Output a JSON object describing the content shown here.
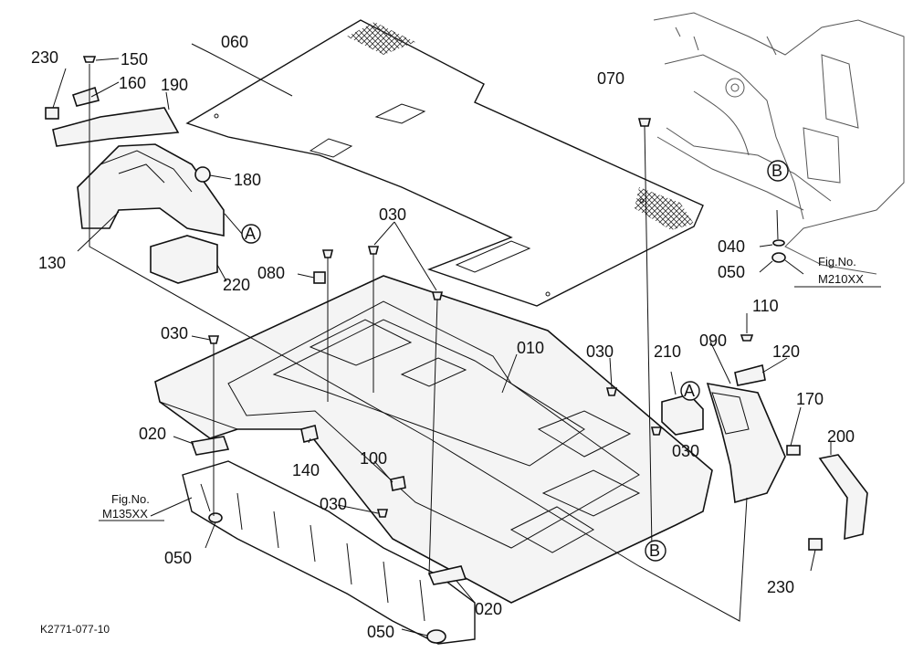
{
  "diagram": {
    "code": "K2771-077-10",
    "callouts": [
      {
        "id": "c-010",
        "label": "010"
      },
      {
        "id": "c-020a",
        "label": "020"
      },
      {
        "id": "c-020b",
        "label": "020"
      },
      {
        "id": "c-030a",
        "label": "030"
      },
      {
        "id": "c-030b",
        "label": "030"
      },
      {
        "id": "c-030c",
        "label": "030"
      },
      {
        "id": "c-030d",
        "label": "030"
      },
      {
        "id": "c-030e",
        "label": "030"
      },
      {
        "id": "c-040",
        "label": "040"
      },
      {
        "id": "c-050a",
        "label": "050"
      },
      {
        "id": "c-050b",
        "label": "050"
      },
      {
        "id": "c-050c",
        "label": "050"
      },
      {
        "id": "c-060",
        "label": "060"
      },
      {
        "id": "c-070",
        "label": "070"
      },
      {
        "id": "c-080",
        "label": "080"
      },
      {
        "id": "c-090",
        "label": "090"
      },
      {
        "id": "c-100",
        "label": "100"
      },
      {
        "id": "c-110",
        "label": "110"
      },
      {
        "id": "c-120",
        "label": "120"
      },
      {
        "id": "c-130",
        "label": "130"
      },
      {
        "id": "c-140",
        "label": "140"
      },
      {
        "id": "c-150",
        "label": "150"
      },
      {
        "id": "c-160",
        "label": "160"
      },
      {
        "id": "c-170",
        "label": "170"
      },
      {
        "id": "c-180",
        "label": "180"
      },
      {
        "id": "c-190",
        "label": "190"
      },
      {
        "id": "c-200",
        "label": "200"
      },
      {
        "id": "c-210",
        "label": "210"
      },
      {
        "id": "c-220",
        "label": "220"
      },
      {
        "id": "c-230a",
        "label": "230"
      },
      {
        "id": "c-230b",
        "label": "230"
      }
    ],
    "markers": [
      {
        "id": "m-A1",
        "label": "A"
      },
      {
        "id": "m-A2",
        "label": "A"
      },
      {
        "id": "m-B1",
        "label": "B"
      },
      {
        "id": "m-B2",
        "label": "B"
      }
    ],
    "references": [
      {
        "id": "r1",
        "line1": "Fig.No.",
        "line2": "M210XX"
      },
      {
        "id": "r2",
        "line1": "Fig.No.",
        "line2": "M135XX"
      }
    ]
  }
}
